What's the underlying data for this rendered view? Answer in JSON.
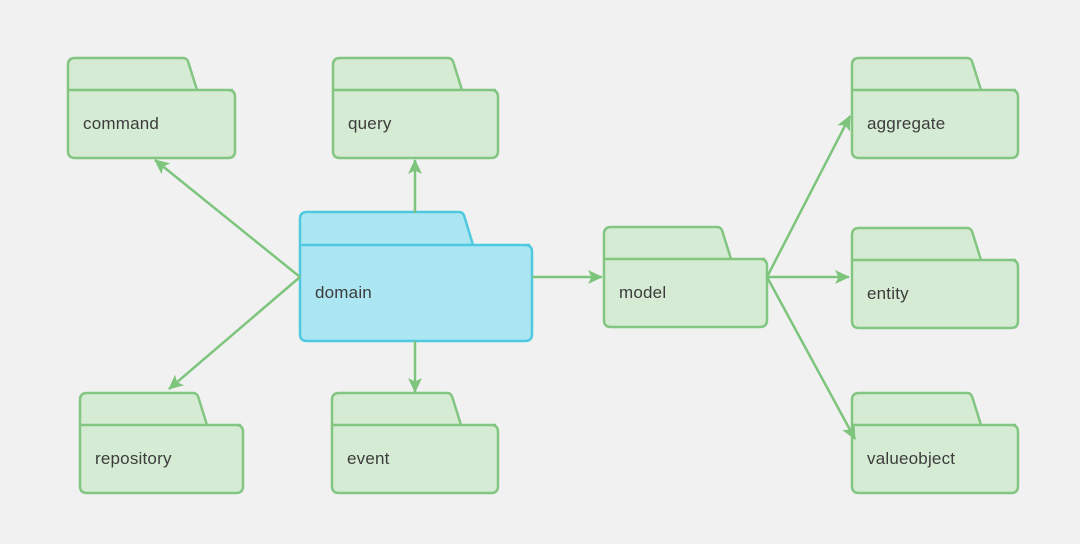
{
  "diagram": {
    "type": "folder-dependency-diagram",
    "background": "#f1f1f1",
    "colors": {
      "node_fill": "#d5ebd3",
      "node_stroke": "#82c682",
      "highlight_fill": "#ace6f2",
      "highlight_stroke": "#4ec9e0",
      "arrow": "#7dc57d",
      "text": "#3c3c3c"
    },
    "nodes": [
      {
        "id": "command",
        "label": "command",
        "kind": "package"
      },
      {
        "id": "query",
        "label": "query",
        "kind": "package"
      },
      {
        "id": "aggregate",
        "label": "aggregate",
        "kind": "package"
      },
      {
        "id": "domain",
        "label": "domain",
        "kind": "package-highlighted"
      },
      {
        "id": "model",
        "label": "model",
        "kind": "package"
      },
      {
        "id": "entity",
        "label": "entity",
        "kind": "package"
      },
      {
        "id": "repository",
        "label": "repository",
        "kind": "package"
      },
      {
        "id": "event",
        "label": "event",
        "kind": "package"
      },
      {
        "id": "valueobject",
        "label": "valueobject",
        "kind": "package"
      }
    ],
    "edges": [
      {
        "from": "domain",
        "to": "command"
      },
      {
        "from": "domain",
        "to": "query"
      },
      {
        "from": "domain",
        "to": "repository"
      },
      {
        "from": "domain",
        "to": "event"
      },
      {
        "from": "domain",
        "to": "model"
      },
      {
        "from": "model",
        "to": "aggregate"
      },
      {
        "from": "model",
        "to": "entity"
      },
      {
        "from": "model",
        "to": "valueobject"
      }
    ]
  }
}
